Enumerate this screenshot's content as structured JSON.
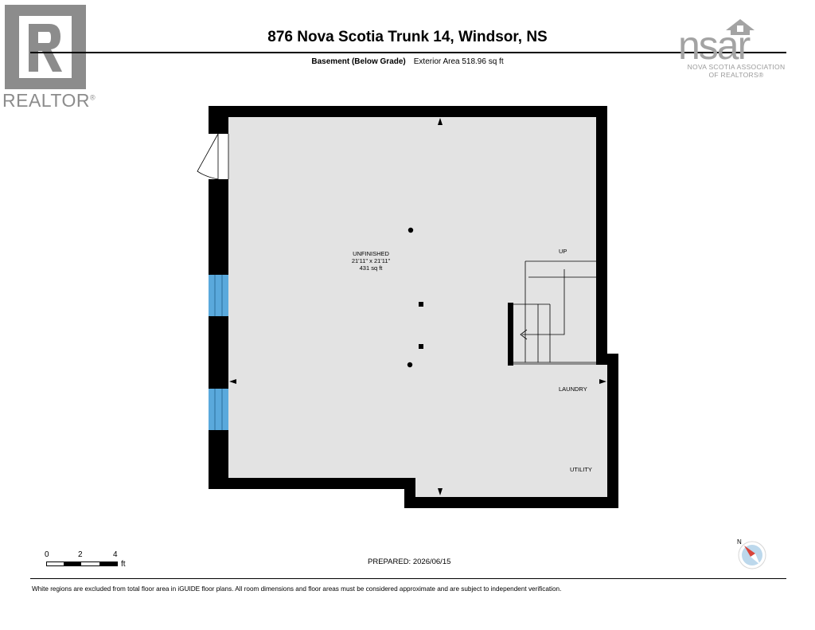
{
  "header": {
    "title": "876 Nova Scotia Trunk 14, Windsor, NS",
    "level_name": "Basement (Below Grade)",
    "exterior_area": "Exterior Area 518.96 sq ft"
  },
  "logos": {
    "realtor_word": "REALTOR",
    "realtor_mark": "®",
    "nsar_word": "nsar",
    "nsar_assoc_line1": "NOVA SCOTIA ASSOCIATION",
    "nsar_assoc_line2": "OF REALTORS®"
  },
  "rooms": {
    "main_name": "UNFINISHED",
    "main_dims": "21'11\" x 21'11\"",
    "main_area": "431 sq ft",
    "stairs_label": "UP",
    "laundry": "LAUNDRY",
    "utility": "UTILITY"
  },
  "scale": {
    "ticks": [
      "0",
      "2",
      "4"
    ],
    "unit": "ft"
  },
  "compass_letter": "N",
  "prepared": "PREPARED: 2026/06/15",
  "disclaimer": "White regions are excluded from total floor area in iGUIDE floor plans. All room dimensions and floor areas must be considered approximate and are subject to independent verification.",
  "colors": {
    "floor": "#e3e3e3",
    "wall": "#000000",
    "window": "#5aa9dc",
    "realtor_gray": "#8c8c8c",
    "nsar_gray": "#a3a3a3",
    "compass_red": "#d9443a",
    "compass_blue": "#bcd8ec"
  }
}
